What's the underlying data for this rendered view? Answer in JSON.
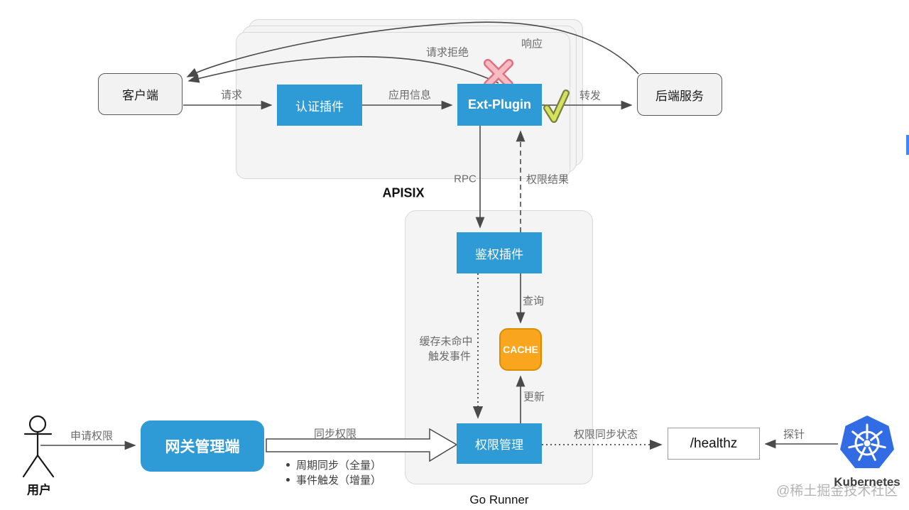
{
  "groups": {
    "apisix": {
      "label": "APISIX"
    },
    "go_runner": {
      "label": "Go Runner"
    }
  },
  "nodes": {
    "client": {
      "label": "客户端"
    },
    "auth_plugin": {
      "label": "认证插件"
    },
    "ext_plugin": {
      "label": "Ext-Plugin"
    },
    "backend_service": {
      "label": "后端服务"
    },
    "authz_plugin": {
      "label": "鉴权插件"
    },
    "cache": {
      "label": "CACHE"
    },
    "permission_mgmt": {
      "label": "权限管理"
    },
    "gateway_admin": {
      "label": "网关管理端"
    },
    "healthz": {
      "label": "/healthz"
    },
    "user": {
      "label": "用户"
    },
    "kubernetes": {
      "label": "Kubernetes"
    }
  },
  "edges": {
    "request": {
      "label": "请求"
    },
    "app_info": {
      "label": "应用信息"
    },
    "forward": {
      "label": "转发"
    },
    "request_rejected": {
      "label": "请求拒绝"
    },
    "response": {
      "label": "响应"
    },
    "rpc": {
      "label": "RPC"
    },
    "permission_result": {
      "label": "权限结果"
    },
    "query": {
      "label": "查询"
    },
    "cache_miss": {
      "line1": "缓存未命中",
      "line2": "触发事件"
    },
    "update": {
      "label": "更新"
    },
    "apply_permission": {
      "label": "申请权限"
    },
    "sync_permission": {
      "label": "同步权限",
      "bullets": [
        "周期同步（全量）",
        "事件触发（增量）"
      ]
    },
    "permission_sync_status": {
      "label": "权限同步状态"
    },
    "probe": {
      "label": "探针"
    }
  },
  "marks": {
    "reject": "x-mark",
    "pass": "check-mark"
  },
  "watermark": {
    "text": "@稀土掘金技术社区"
  },
  "colors": {
    "node_blue": "#2E9BD6",
    "cache_orange": "#F9A51E",
    "k8s_blue": "#326CE5",
    "accent_bar": "#4285F4",
    "panel_gray": "#F4F4F5"
  }
}
